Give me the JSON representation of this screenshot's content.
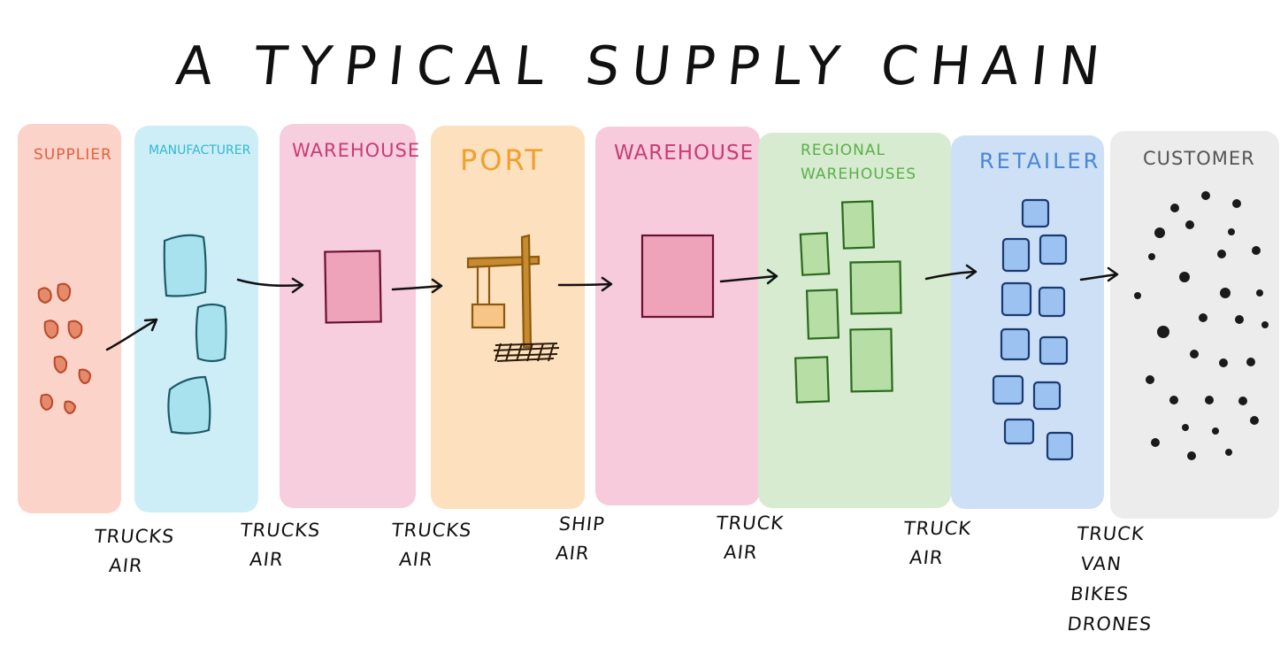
{
  "title": "A TYPICAL SUPPLY CHAIN",
  "stages": [
    {
      "label": "SUPPLIER",
      "color": "#fcd3c9",
      "text_color": "#e0603c"
    },
    {
      "label": "MANUFACTURER",
      "color": "#cdeef7",
      "text_color": "#35b7d3"
    },
    {
      "label": "WAREHOUSE",
      "color": "#f6cedd",
      "text_color": "#c93d74"
    },
    {
      "label": "PORT",
      "color": "#fde0bd",
      "text_color": "#f0a030"
    },
    {
      "label": "WAREHOUSE",
      "color": "#f7cbdc",
      "text_color": "#c93d74"
    },
    {
      "label": "REGIONAL WAREHOUSES",
      "color": "#d6ebcf",
      "text_color": "#5aaf4a"
    },
    {
      "label": "RETAILER",
      "color": "#cde0f6",
      "text_color": "#4a86d6"
    },
    {
      "label": "CUSTOMER",
      "color": "#ececec",
      "text_color": "#555555"
    }
  ],
  "transport": [
    [
      "TRUCKS",
      "AIR"
    ],
    [
      "TRUCKS",
      "AIR"
    ],
    [
      "TRUCKS",
      "AIR"
    ],
    [
      "SHIP",
      "AIR"
    ],
    [
      "TRUCK",
      "AIR"
    ],
    [
      "TRUCK",
      "AIR"
    ],
    [
      "TRUCK",
      "VAN",
      "BIKES",
      "DRONES"
    ]
  ],
  "colors": {
    "supplier_icon": "#e58a6a",
    "manufacturer_icon": "#a8e2ee",
    "warehouse_icon": "#efa3ba",
    "port_crane": "#c88a2e",
    "port_box": "#f7c585",
    "regional_icon": "#b6dea5",
    "retailer_icon": "#9cc2f2",
    "customer_dot": "#1a1a1a"
  }
}
